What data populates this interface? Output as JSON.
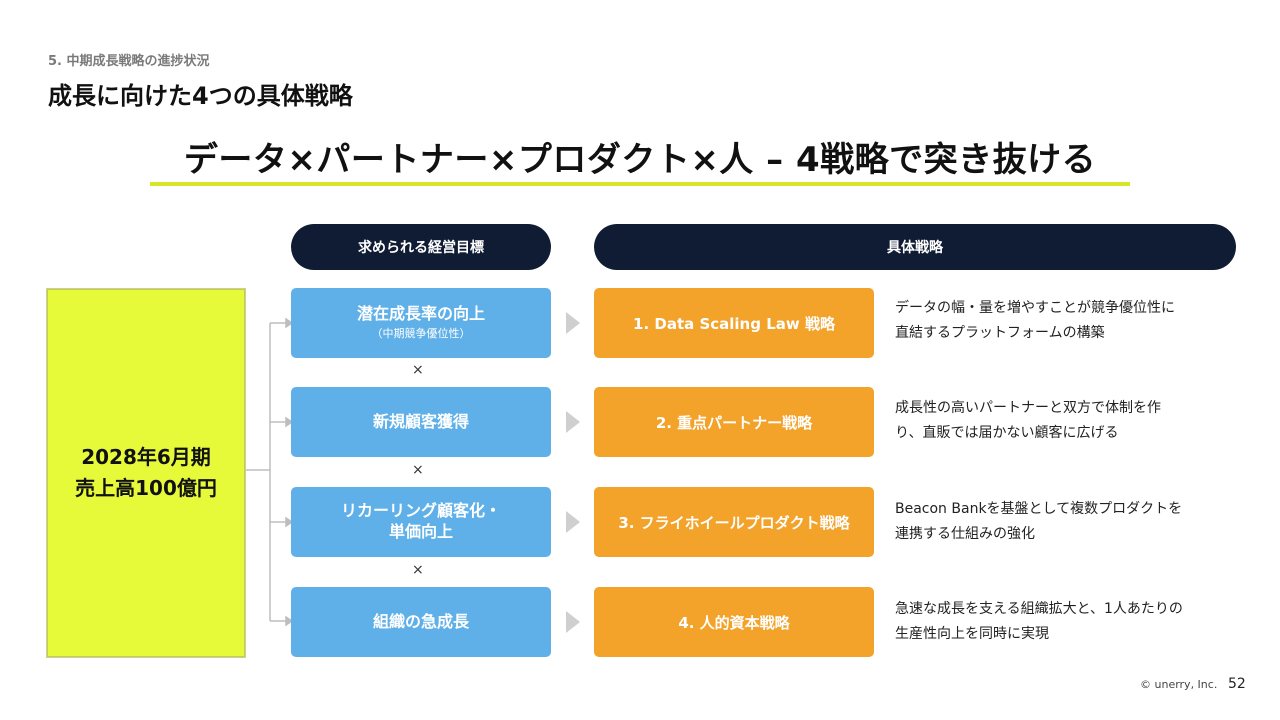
{
  "header": {
    "section": "5. 中期成長戦略の進捗状況",
    "title": "成長に向けた4つの具体戦略"
  },
  "headline": "データ×パートナー×プロダクト×人 – 4戦略で突き抜ける",
  "columns": {
    "goals": "求められる経営目標",
    "strategies": "具体戦略"
  },
  "target": {
    "line1": "2028年6月期",
    "line2": "売上高100億円"
  },
  "goals": [
    {
      "main": "潜在成長率の向上",
      "sub": "（中期競争優位性）"
    },
    {
      "main": "新規顧客獲得"
    },
    {
      "main": "リカーリング顧客化・",
      "main2": "単価向上"
    },
    {
      "main": "組織の急成長"
    }
  ],
  "cross_symbol": "×",
  "strategies": [
    {
      "label": "1. Data Scaling Law 戦略",
      "desc1": "データの幅・量を増やすことが競争優位性に",
      "desc2": "直結するプラットフォームの構築"
    },
    {
      "label": "2. 重点パートナー戦略",
      "desc1": "成長性の高いパートナーと双方で体制を作",
      "desc2": "り、直販では届かない顧客に広げる"
    },
    {
      "label": "3. フライホイールプロダクト戦略",
      "desc1": "Beacon Bankを基盤として複数プロダクトを",
      "desc2": "連携する仕組みの強化"
    },
    {
      "label": "4. 人的資本戦略",
      "desc1": "急速な成長を支える組織拡大と、1人あたりの",
      "desc2": "生産性向上を同時に実現"
    }
  ],
  "footer": {
    "copyright": "© unerry, Inc.",
    "page": "52"
  },
  "colors": {
    "target": "#e7fa3a",
    "goal": "#5fb0e8",
    "strategy": "#f3a22a",
    "header_pill": "#101c33",
    "underline": "#d7e62a"
  }
}
